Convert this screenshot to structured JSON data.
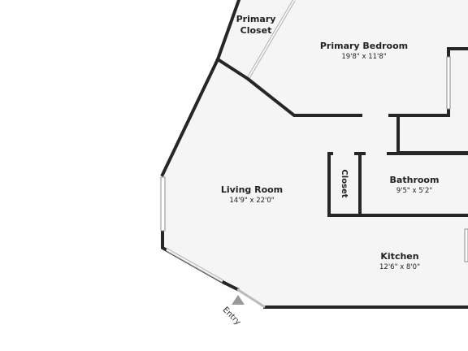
{
  "rooms": {
    "primary_closet": {
      "name_line1": "Primary",
      "name_line2": "Closet"
    },
    "primary_bedroom": {
      "name": "Primary Bedroom",
      "dimensions": "19'8\" x 11'8\""
    },
    "living_room": {
      "name": "Living Room",
      "dimensions": "14'9\" x 22'0\""
    },
    "closet": {
      "name": "Closet"
    },
    "bathroom": {
      "name": "Bathroom",
      "dimensions": "9'5\" x 5'2\""
    },
    "kitchen": {
      "name": "Kitchen",
      "dimensions": "12'6\" x 8'0\""
    }
  },
  "entry": {
    "label": "Entry"
  },
  "colors": {
    "wall": "#262626",
    "floor": "#f5f5f5",
    "entry_arrow": "#999999"
  }
}
